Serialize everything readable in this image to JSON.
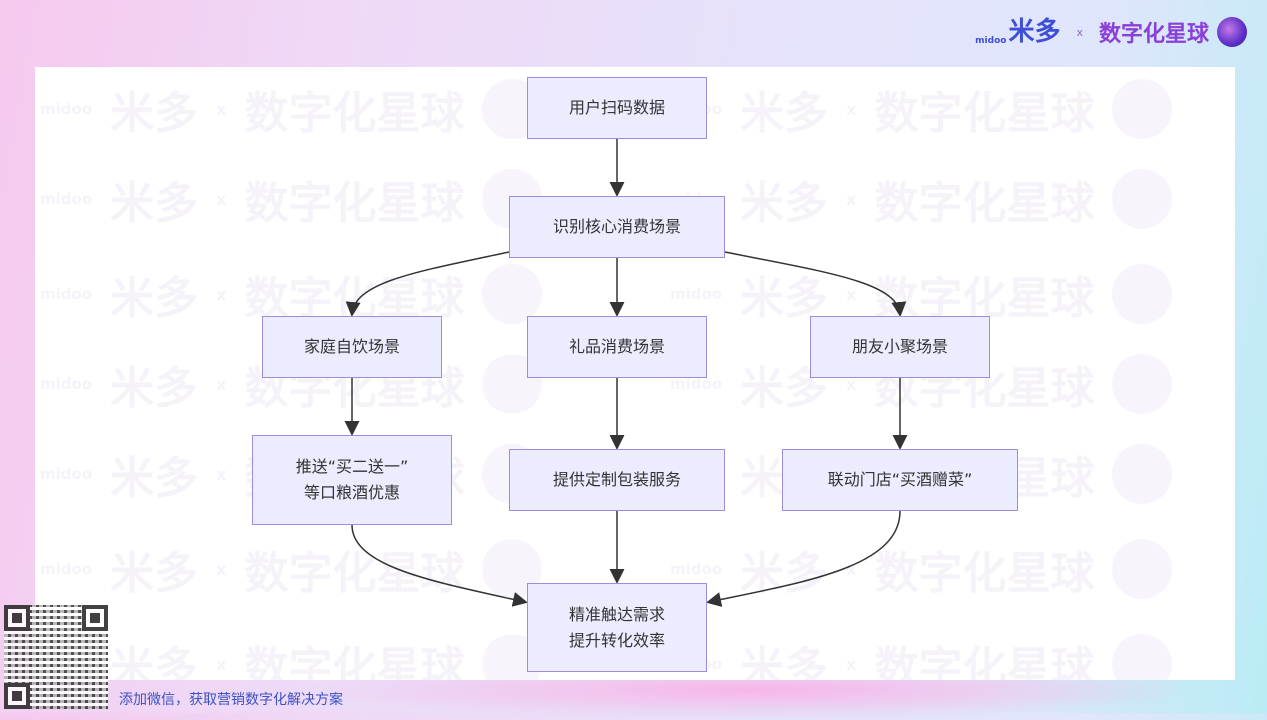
{
  "brand": {
    "midoo_small": "midoo",
    "midoo_name": "米多",
    "separator": "x",
    "partner": "数字化星球"
  },
  "watermark": {
    "small": "midoo",
    "name": "米多",
    "sep": "x",
    "partner": "数字化星球"
  },
  "colors": {
    "node_fill": "#ececff",
    "node_border": "#9f8cdf",
    "edge": "#333333",
    "footer_text": "#3a52c4"
  },
  "nodes": {
    "scan": "用户扫码数据",
    "identify": "识别核心消费场景",
    "family": "家庭自饮场景",
    "gift": "礼品消费场景",
    "friends": "朋友小聚场景",
    "promo_line1": "推送“买二送一”",
    "promo_line2": "等口粮酒优惠",
    "package": "提供定制包装服务",
    "store": "联动门店“买酒赠菜”",
    "result_line1": "精准触达需求",
    "result_line2": "提升转化效率"
  },
  "footer": {
    "cta": "添加微信，获取营销数字化解决方案"
  }
}
